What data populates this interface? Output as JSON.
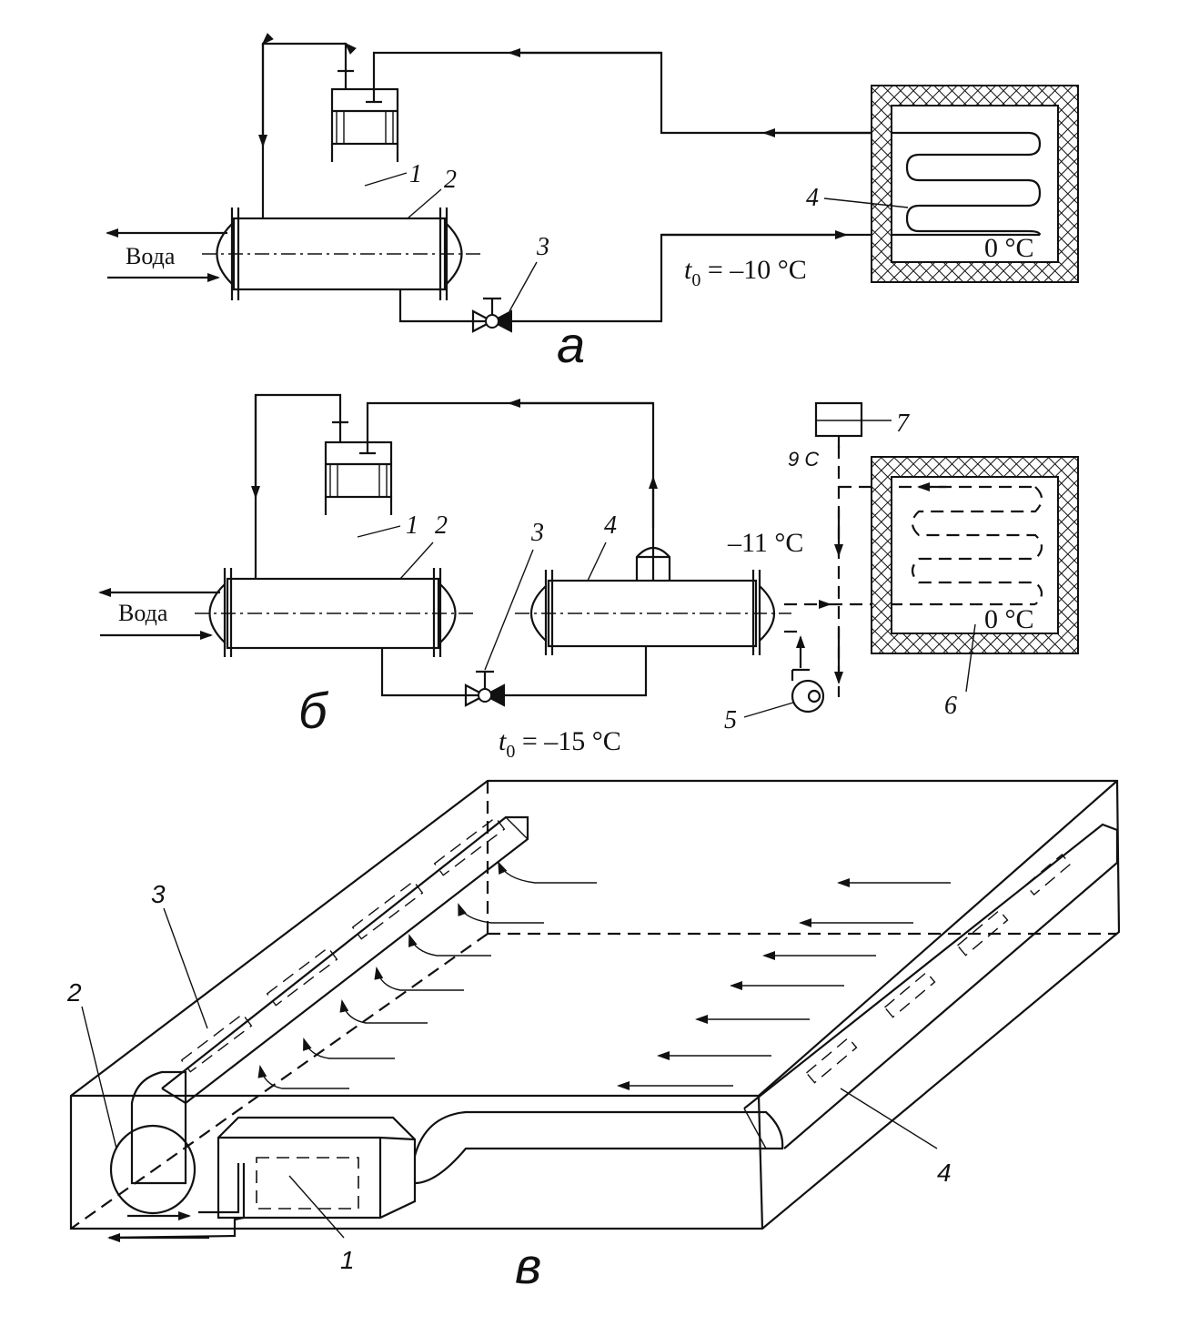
{
  "diagram_a": {
    "letter": "а",
    "water": "Вода",
    "temp_t0": "t",
    "temp_t0_sub": "0",
    "temp_t0_val": " = –10 °C",
    "room_temp": "0 °C",
    "labels": [
      "1",
      "2",
      "3",
      "4"
    ]
  },
  "diagram_b": {
    "letter": "б",
    "water": "Вода",
    "temp_t0": "t",
    "temp_t0_sub": "0",
    "temp_t0_val": " = –15 °C",
    "brine_temp": "–11 °C",
    "room_temp": "0 °C",
    "note": "9 C",
    "labels": [
      "1",
      "2",
      "3",
      "4",
      "5",
      "6",
      "7"
    ]
  },
  "diagram_c": {
    "letter": "в",
    "labels": [
      "1",
      "2",
      "3",
      "4"
    ]
  }
}
